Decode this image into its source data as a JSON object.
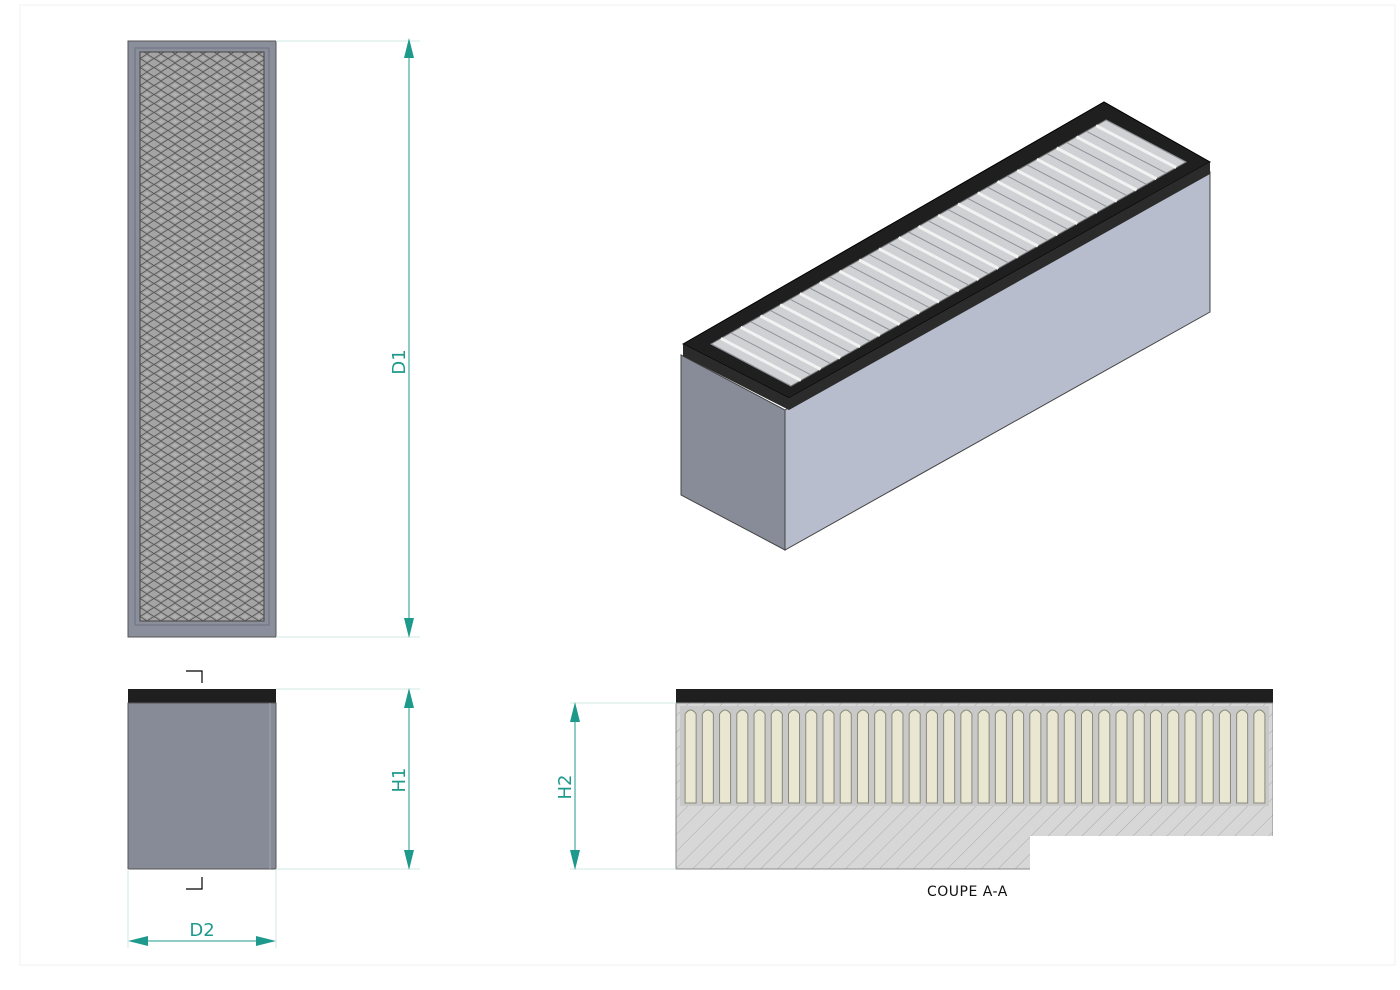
{
  "drawing": {
    "dimensions": {
      "d1": "D1",
      "d2": "D2",
      "h1": "H1",
      "h2": "H2"
    },
    "section_label": "COUPE A-A",
    "colors": {
      "dimension": "#1e9a8d",
      "frame_gray": "#8a8f9e",
      "frame_dark": "#1f1f1f",
      "side_light": "#b7bdcc",
      "side_dark": "#888c98",
      "pleat_fill": "#e9e7d2",
      "pleat_bg": "#c8c8c8",
      "mesh_bg": "#a3a3a3"
    },
    "isometric_pleat_count": 40,
    "section_pleat_count": 34
  }
}
